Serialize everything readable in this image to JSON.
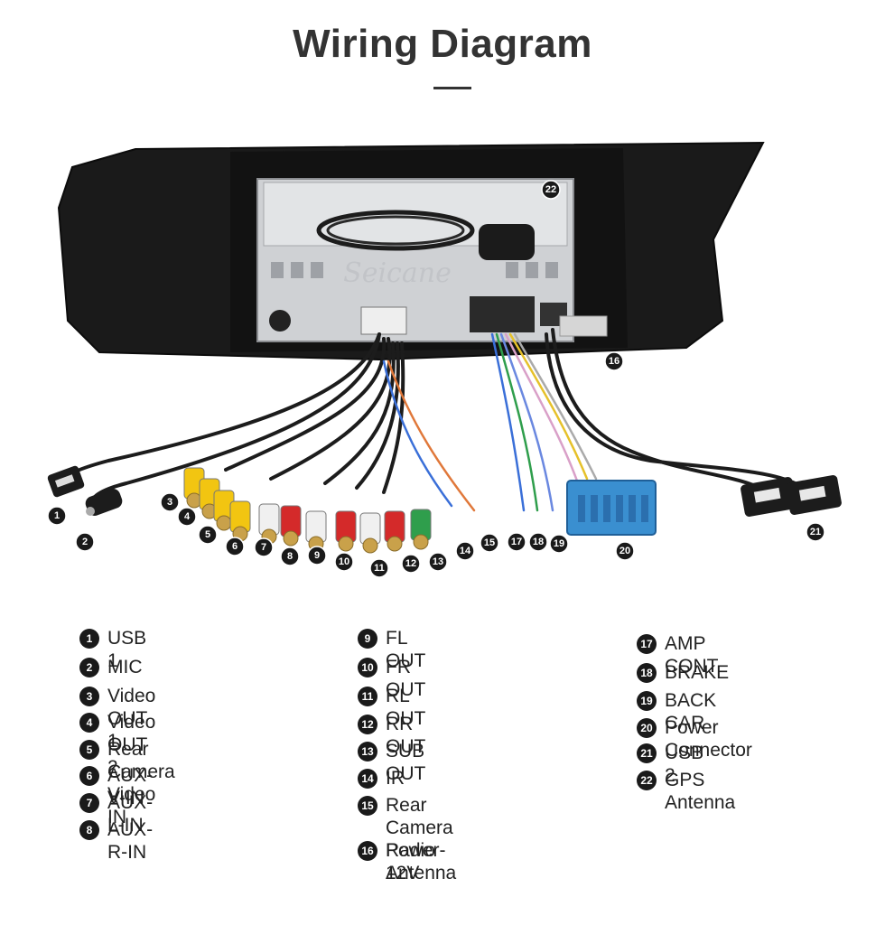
{
  "title": "Wiring Diagram",
  "watermark": "Seicane",
  "legend": [
    {
      "num": "1",
      "label": "USB 1"
    },
    {
      "num": "2",
      "label": "MIC"
    },
    {
      "num": "3",
      "label": "Video OUT 1"
    },
    {
      "num": "4",
      "label": "Video OUT 2"
    },
    {
      "num": "5",
      "label": "Rear Camera Video IN"
    },
    {
      "num": "6",
      "label": "AUX-V-IN"
    },
    {
      "num": "7",
      "label": "AUX-L-IN"
    },
    {
      "num": "8",
      "label": "AUX-R-IN"
    },
    {
      "num": "9",
      "label": "FL OUT"
    },
    {
      "num": "10",
      "label": "FR OUT"
    },
    {
      "num": "11",
      "label": "RL OUT"
    },
    {
      "num": "12",
      "label": "RR OUT"
    },
    {
      "num": "13",
      "label": "SUB OUT"
    },
    {
      "num": "14",
      "label": "IR"
    },
    {
      "num": "15",
      "label": "Rear Camera\nPower-12V"
    },
    {
      "num": "16",
      "label": "Radio Antenna"
    },
    {
      "num": "17",
      "label": "AMP CONT"
    },
    {
      "num": "18",
      "label": "BRAKE"
    },
    {
      "num": "19",
      "label": "BACK CAR"
    },
    {
      "num": "20",
      "label": "Power Connector"
    },
    {
      "num": "21",
      "label": "USB 2"
    },
    {
      "num": "22",
      "label": "GPS Antenna"
    }
  ],
  "colors": {
    "rca_yellow": "#f2c511",
    "rca_white": "#f0f0f0",
    "rca_red": "#d42a2a",
    "rca_green": "#2f9e4c",
    "power_connector": "#3a8fd0",
    "cable_black": "#1c1c1c"
  }
}
